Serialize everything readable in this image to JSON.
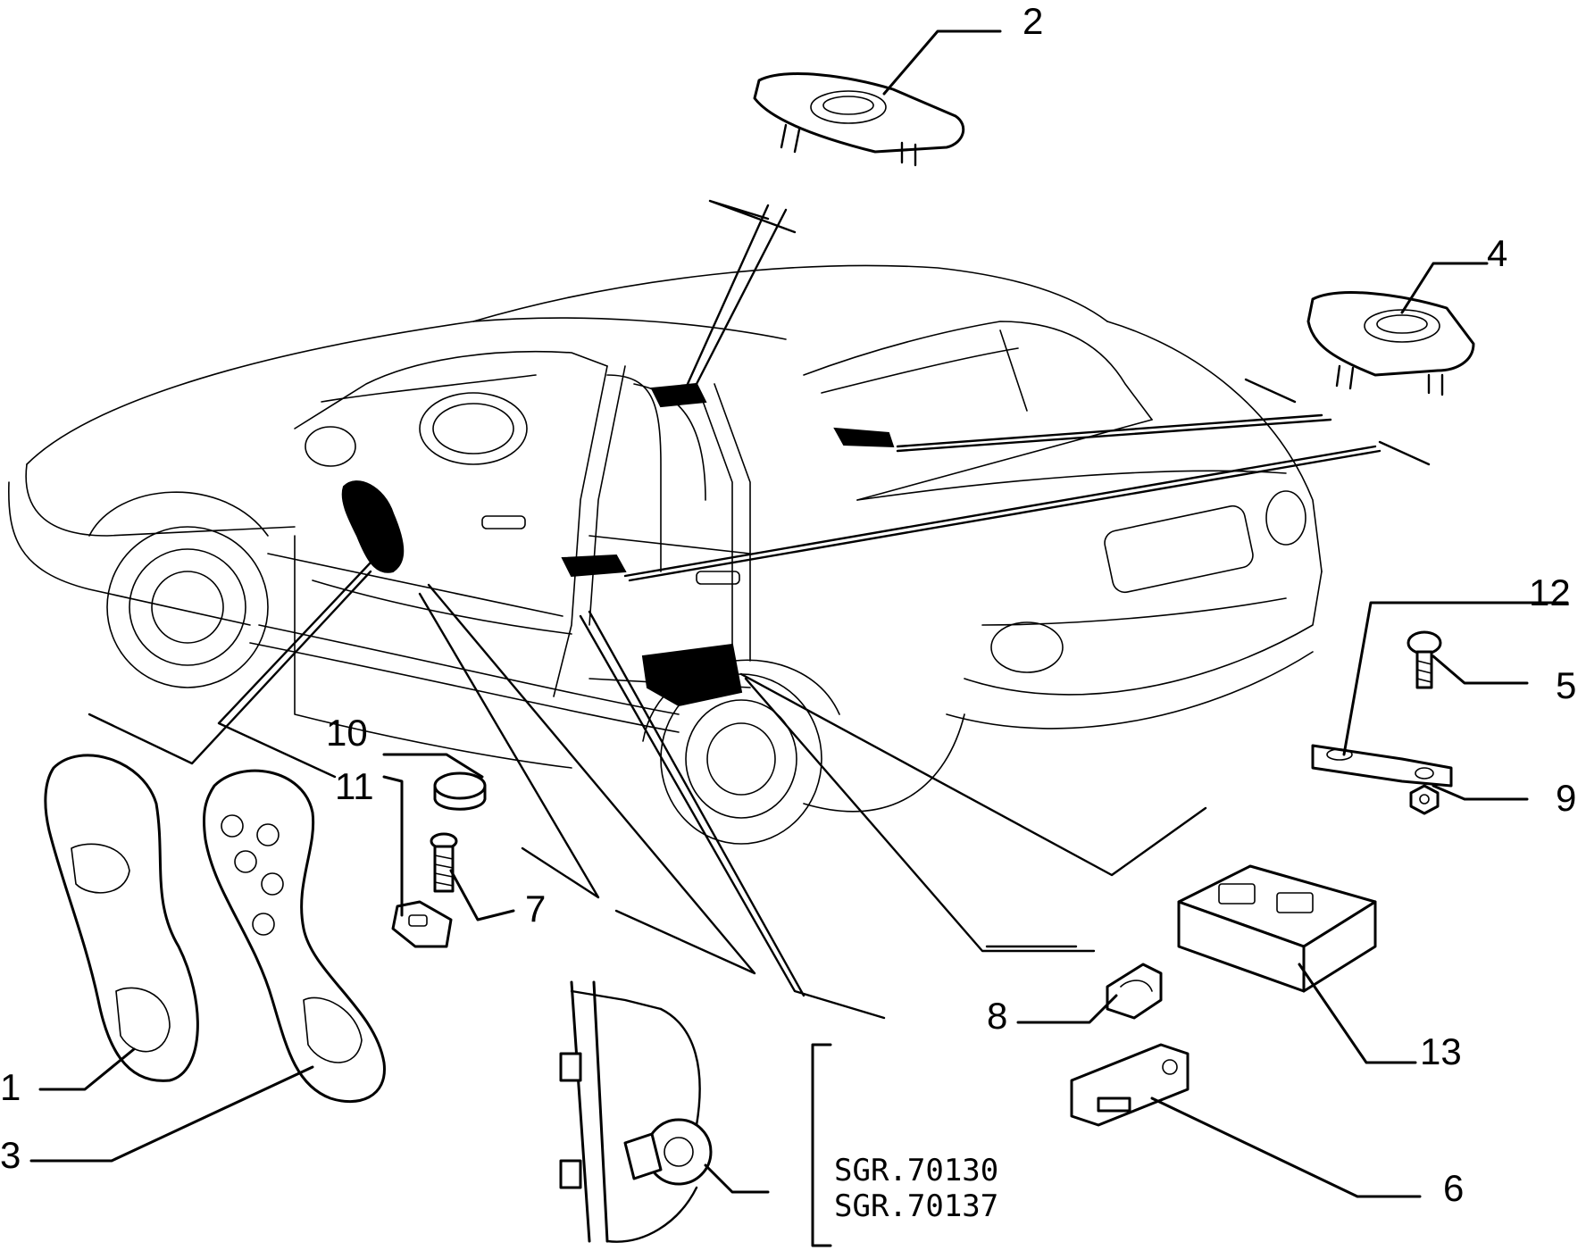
{
  "callouts": {
    "c1": "1",
    "c2": "2",
    "c3": "3",
    "c4": "4",
    "c5": "5",
    "c6": "6",
    "c7": "7",
    "c8": "8",
    "c9": "9",
    "c10": "10",
    "c11": "11",
    "c12": "12",
    "c13": "13"
  },
  "codes": {
    "code1": "SGR.70130",
    "code2": "SGR.70137"
  }
}
